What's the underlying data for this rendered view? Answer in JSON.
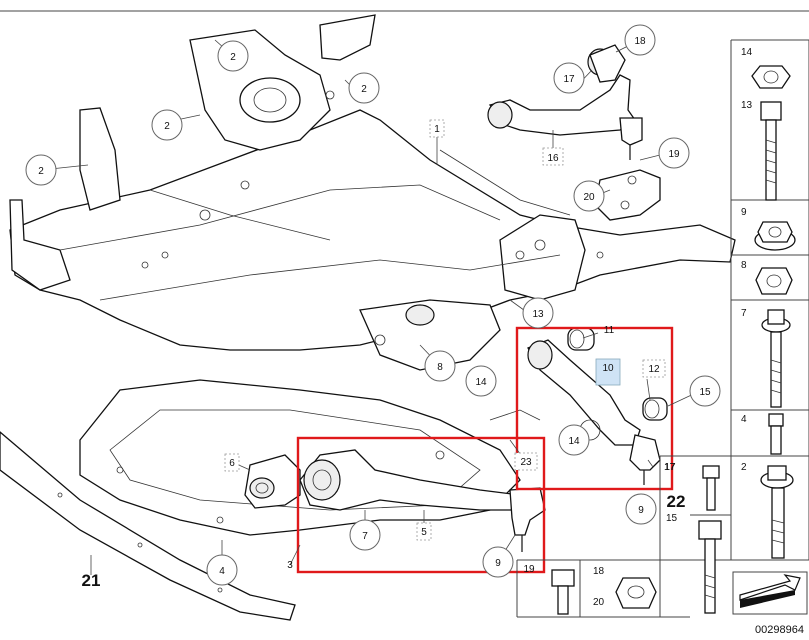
{
  "diagram_code": "00298964",
  "callouts": {
    "a1": "1",
    "a2a": "2",
    "a2b": "2",
    "a2c": "2",
    "a2d": "2",
    "a3": "3",
    "a4": "4",
    "a5": "5",
    "a6": "6",
    "a7": "7",
    "a8": "8",
    "a9a": "9",
    "a9b": "9",
    "a10": "10",
    "a11": "11",
    "a12": "12",
    "a13": "13",
    "a14a": "14",
    "a14b": "14",
    "a15": "15",
    "a16": "16",
    "a17a": "17",
    "a17b": "17",
    "a18": "18",
    "a19a": "19",
    "a19b": "19",
    "a20": "20",
    "a21": "21",
    "a22": "22",
    "a23": "23"
  },
  "legend": {
    "l14": "14",
    "l13": "13",
    "l9": "9",
    "l8": "8",
    "l7": "7",
    "l4": "4",
    "l2": "2",
    "l15": "15",
    "l17": "17",
    "l18": "18",
    "l20": "20"
  }
}
